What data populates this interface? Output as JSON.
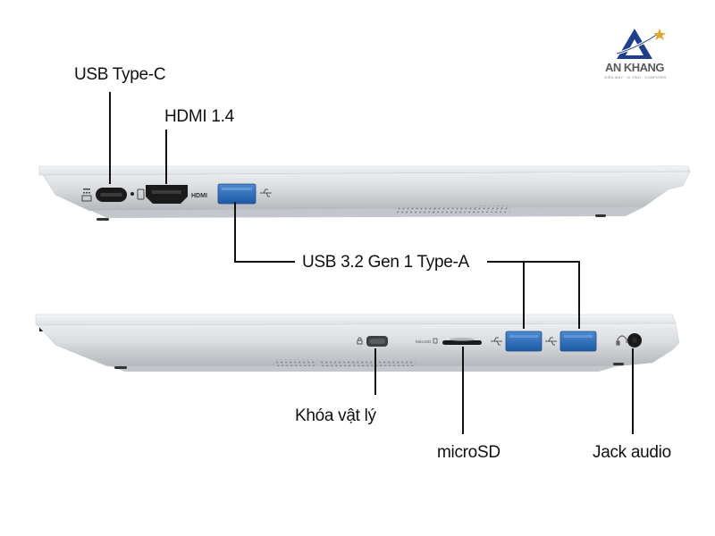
{
  "brand": {
    "name": "AN KHANG",
    "tagline": "ĐIỆN MÁY · VI TÍNH · COMPUTER",
    "colors": {
      "navy": "#1f3f8a",
      "gold": "#e0a832",
      "gray": "#5a5a5a"
    }
  },
  "views": {
    "left_side": {
      "ports": [
        {
          "id": "usb-c",
          "label": "USB Type-C"
        },
        {
          "id": "hdmi",
          "label": "HDMI 1.4",
          "silkscreen": "HDMI"
        },
        {
          "id": "usb-a-left",
          "label": "USB 3.2 Gen 1 Type-A"
        }
      ]
    },
    "right_side": {
      "ports": [
        {
          "id": "kensington",
          "label": "Khóa vật lý"
        },
        {
          "id": "microsd",
          "label": "microSD",
          "silkscreen": "MicroSD"
        },
        {
          "id": "usb-a-right-1",
          "label": "USB 3.2 Gen 1 Type-A"
        },
        {
          "id": "usb-a-right-2",
          "label": "USB 3.2 Gen 1 Type-A"
        },
        {
          "id": "audio",
          "label": "Jack audio"
        }
      ]
    }
  },
  "labels": {
    "usb_c": "USB Type-C",
    "hdmi": "HDMI 1.4",
    "usb_a": "USB 3.2 Gen 1 Type-A",
    "lock": "Khóa vật lý",
    "microsd": "microSD",
    "audio": "Jack audio",
    "hdmi_silk": "HDMI",
    "microsd_silk": "MicroSD"
  },
  "colors": {
    "usb_blue": "#2e6db5",
    "chassis": "#e4e6e9",
    "chassis_dark": "#b9bcc1",
    "hinge": "#1a1a1a",
    "leader": "#111111"
  }
}
